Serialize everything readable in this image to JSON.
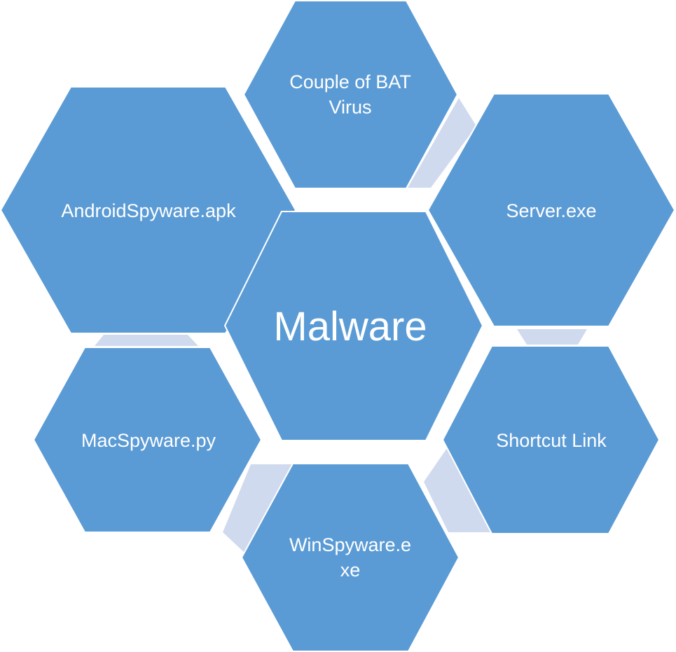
{
  "colors": {
    "hex_fill": "#5b9bd5",
    "connector_fill": "#d0daee",
    "text": "#ffffff"
  },
  "center": {
    "label": "Malware"
  },
  "nodes": {
    "couple_of_bat_virus": {
      "line1": "Couple of BAT",
      "line2": "Virus"
    },
    "server_exe": {
      "label": "Server.exe"
    },
    "shortcut_link": {
      "label": "Shortcut Link"
    },
    "winspyware_exe": {
      "line1": "WinSpyware.e",
      "line2": "xe"
    },
    "macspyware_py": {
      "label": "MacSpyware.py"
    },
    "androidspyware_apk": {
      "label": "AndroidSpyware.apk"
    }
  }
}
